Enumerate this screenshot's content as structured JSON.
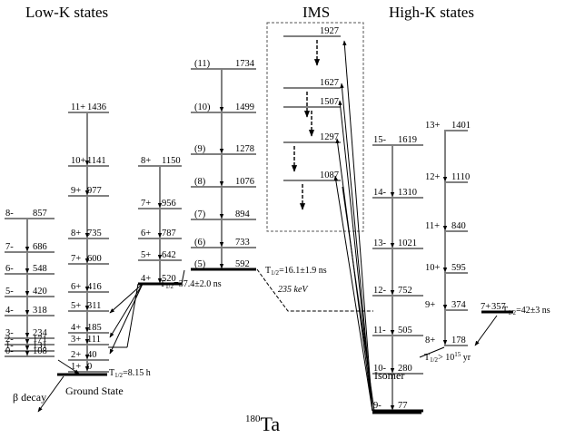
{
  "headings": {
    "low_k": "Low-K states",
    "ims": "IMS",
    "high_k": "High-K states",
    "nucleus_mass": "180",
    "nucleus_symbol": "Ta",
    "ground_state": "Ground State",
    "isomer": "Isomer",
    "beta_decay": "β decay"
  },
  "half_lives": {
    "ground": "T1/2=8.15 h",
    "k4": "T1/2=37.4±2.0 ns",
    "k5": "T1/2=16.1±1.9 ns",
    "k7": "T1/2=42±3 ns",
    "isomer": "T1/2> 10^15 yr"
  },
  "transition_note": "235 keV",
  "bands": {
    "k1": {
      "levels": [
        {
          "spin": "0-",
          "energy": "108"
        },
        {
          "spin": "1-",
          "energy": "131"
        },
        {
          "spin": "2-",
          "energy": "171"
        },
        {
          "spin": "3-",
          "energy": "234"
        },
        {
          "spin": "4-",
          "energy": "318"
        },
        {
          "spin": "5-",
          "energy": "420"
        },
        {
          "spin": "6-",
          "energy": "548"
        },
        {
          "spin": "7-",
          "energy": "686"
        },
        {
          "spin": "8-",
          "energy": "857"
        }
      ]
    },
    "k2": {
      "levels": [
        {
          "spin": "1+",
          "energy": "0"
        },
        {
          "spin": "2+",
          "energy": "40"
        },
        {
          "spin": "3+",
          "energy": "111"
        },
        {
          "spin": "4+",
          "energy": "185"
        },
        {
          "spin": "5+",
          "energy": "311"
        },
        {
          "spin": "6+",
          "energy": "416"
        },
        {
          "spin": "7+",
          "energy": "600"
        },
        {
          "spin": "8+",
          "energy": "735"
        },
        {
          "spin": "9+",
          "energy": "977"
        },
        {
          "spin": "10+",
          "energy": "1141"
        },
        {
          "spin": "11+",
          "energy": "1436"
        }
      ]
    },
    "k4": {
      "levels": [
        {
          "spin": "4+",
          "energy": "520"
        },
        {
          "spin": "5+",
          "energy": "642"
        },
        {
          "spin": "6+",
          "energy": "787"
        },
        {
          "spin": "7+",
          "energy": "956"
        },
        {
          "spin": "8+",
          "energy": "1150"
        }
      ]
    },
    "k5": {
      "levels": [
        {
          "spin": "(5)",
          "energy": "592"
        },
        {
          "spin": "(6)",
          "energy": "733"
        },
        {
          "spin": "(7)",
          "energy": "894"
        },
        {
          "spin": "(8)",
          "energy": "1076"
        },
        {
          "spin": "(9)",
          "energy": "1278"
        },
        {
          "spin": "(10)",
          "energy": "1499"
        },
        {
          "spin": "(11)",
          "energy": "1734"
        }
      ]
    },
    "ims": {
      "levels": [
        {
          "spin": "",
          "energy": "1087"
        },
        {
          "spin": "",
          "energy": "1297"
        },
        {
          "spin": "",
          "energy": "1507"
        },
        {
          "spin": "",
          "energy": "1627"
        },
        {
          "spin": "",
          "energy": "1927"
        }
      ]
    },
    "k9": {
      "levels": [
        {
          "spin": "9-",
          "energy": "77"
        },
        {
          "spin": "10-",
          "energy": "280"
        },
        {
          "spin": "11-",
          "energy": "505"
        },
        {
          "spin": "12-",
          "energy": "752"
        },
        {
          "spin": "13-",
          "energy": "1021"
        },
        {
          "spin": "14-",
          "energy": "1310"
        },
        {
          "spin": "15-",
          "energy": "1619"
        }
      ]
    },
    "k8": {
      "levels": [
        {
          "spin": "8+",
          "energy": "178"
        },
        {
          "spin": "9+",
          "energy": "374"
        },
        {
          "spin": "10+",
          "energy": "595"
        },
        {
          "spin": "11+",
          "energy": "840"
        },
        {
          "spin": "12+",
          "energy": "1110"
        },
        {
          "spin": "13+",
          "energy": "1401"
        }
      ]
    },
    "k7": {
      "levels": [
        {
          "spin": "7+",
          "energy": "357"
        }
      ]
    }
  }
}
